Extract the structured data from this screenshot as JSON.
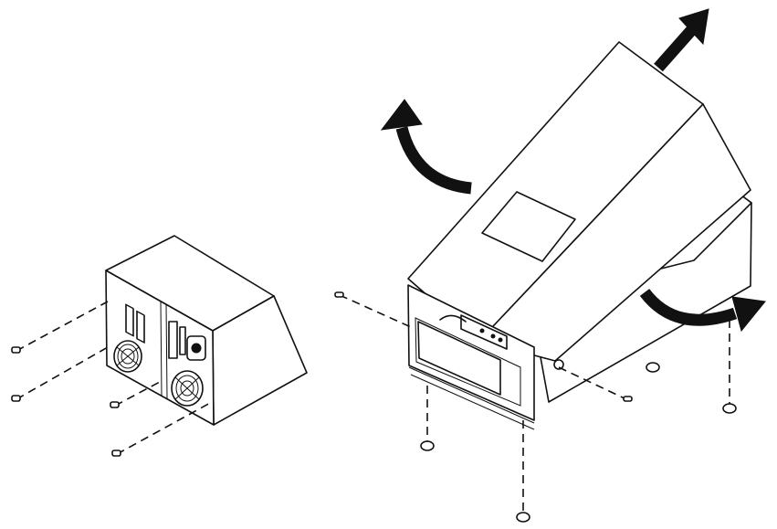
{
  "figure": {
    "kind": "exploded assembly illustration",
    "colors": {
      "ink": "#111111",
      "paper": "#ffffff"
    },
    "arrows": [
      "lift-up-arrow",
      "rotate-left-arrow",
      "rotate-right-arrow"
    ]
  }
}
